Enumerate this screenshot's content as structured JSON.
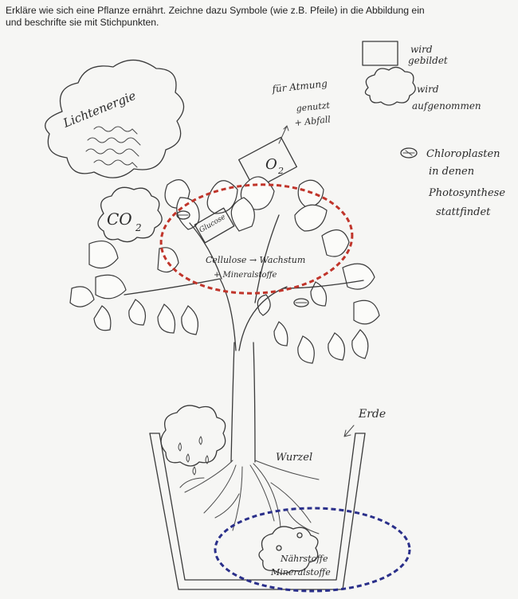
{
  "instructions": {
    "line1": "Erkläre wie sich eine Pflanze ernährt. Zeichne dazu Symbole (wie z.B. Pfeile) in die Abbildung ein",
    "line2": "und beschrifte sie mit Stichpunkten."
  },
  "legend": {
    "box_label_1": "wird",
    "box_label_2": "gebildet",
    "cloud_label_1": "wird",
    "cloud_label_2": "aufgenommen",
    "chloro_label_1": "Chloroplasten",
    "chloro_label_2": "in denen",
    "chloro_label_3": "Photosynthese",
    "chloro_label_4": "stattfindet"
  },
  "annotations": {
    "light": "Lichtenergie",
    "co2": "CO",
    "co2_sub": "2",
    "o2": "O",
    "o2_sub": "2",
    "atmung_1": "für Atmung",
    "atmung_2": "genutzt",
    "atmung_3": "+ Abfall",
    "glucose": "Glucose",
    "cellulose_1": "Cellulose → Wachstum",
    "cellulose_2": "+ Mineralstoffe",
    "wurzel": "Wurzel",
    "erde": "Erde",
    "nahrstoffe_1": "Nährstoffe",
    "nahrstoffe_2": "Mineralstoffe"
  },
  "colors": {
    "red_ellipse": "#c0342a",
    "blue_ellipse": "#2a2f8a",
    "pencil": "#3a3a3a"
  }
}
